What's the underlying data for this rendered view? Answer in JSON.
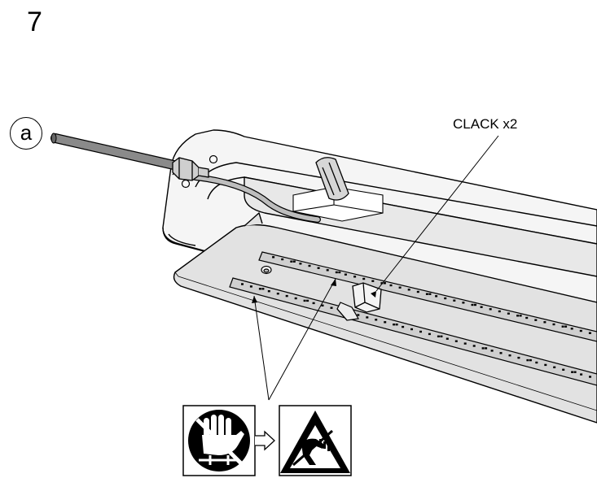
{
  "step": {
    "number": "7"
  },
  "callouts": {
    "a": "a"
  },
  "labels": {
    "clack": "CLACK x2"
  },
  "icons": [
    "esd-hand-icon",
    "arrow-right-icon",
    "esd-warning-icon"
  ],
  "colors": {
    "line": "#000000",
    "panel_fill": "#e2e2e2",
    "housing_fill": "#f4f4f4",
    "cable_fill": "#8a8a8a"
  }
}
